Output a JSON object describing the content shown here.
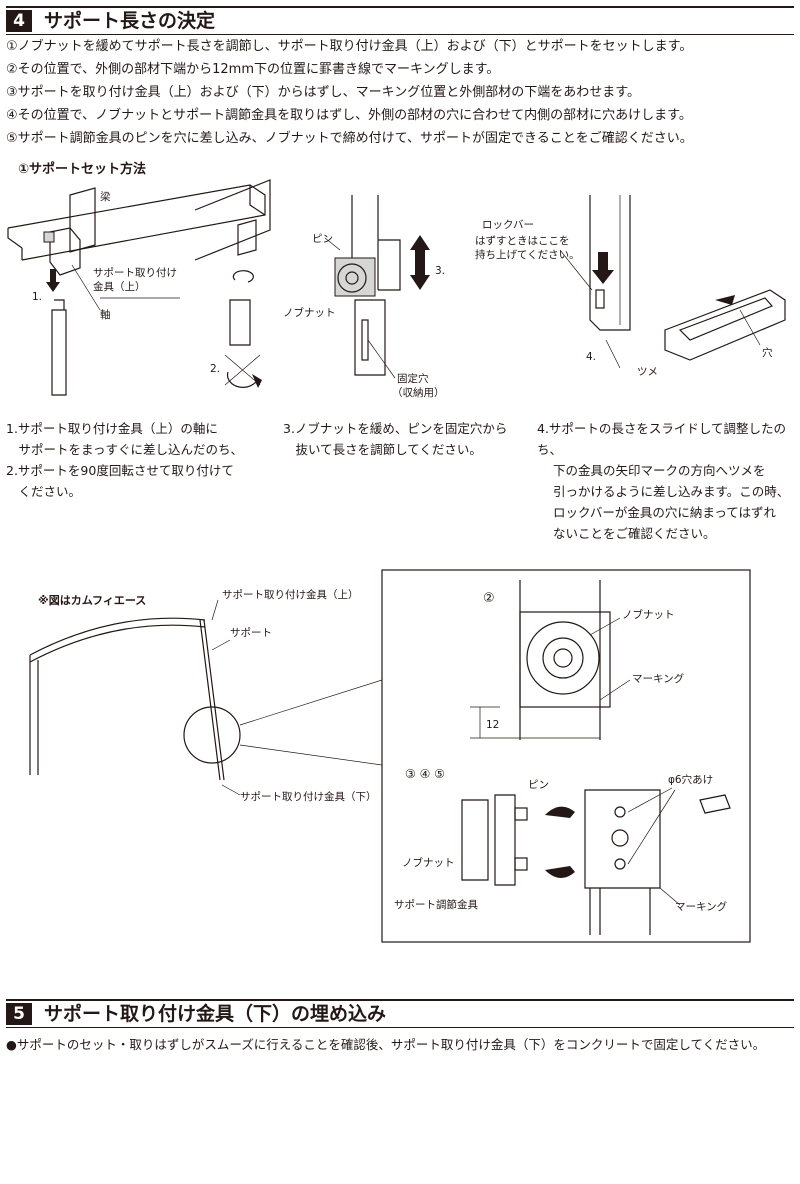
{
  "section4": {
    "number": "4",
    "title": "サポート長さの決定",
    "steps": [
      "①ノブナットを緩めてサポート長さを調節し、サポート取り付け金具（上）および（下）とサポートをセットします。",
      "②その位置で、外側の部材下端から12mm下の位置に罫書き線でマーキングします。",
      "③サポートを取り付け金具（上）および（下）からはずし、マーキング位置と外側部材の下端をあわせます。",
      "④その位置で、ノブナットとサポート調節金具を取りはずし、外側の部材の穴に合わせて内側の部材に穴あけします。",
      "⑤サポート調節金具のピンを穴に差し込み、ノブナットで締め付けて、サポートが固定できることをご確認ください。"
    ]
  },
  "set_method": {
    "title": "①サポートセット方法",
    "labels": {
      "beam": "梁",
      "bracket_upper": "サポート取り付け",
      "bracket_upper2": "金具（上）",
      "axis": "軸",
      "pin": "ピン",
      "knob_nut": "ノブナット",
      "fixing_hole": "固定穴",
      "storage": "（収納用）",
      "lock_bar": "ロックバー",
      "lock_note1": "はずすときはここを",
      "lock_note2": "持ち上げてください。",
      "hole": "穴",
      "claw": "ツメ",
      "n1": "1.",
      "n2": "2.",
      "n3": "3.",
      "n4": "4."
    },
    "captions": {
      "c1": [
        "1.サポート取り付け金具（上）の軸に",
        "　サポートをまっすぐに差し込んだのち、",
        "2.サポートを90度回転させて取り付けて",
        "　ください。"
      ],
      "c3": [
        "3.ノブナットを緩め、ピンを固定穴から",
        "　抜いて長さを調節してください。"
      ],
      "c4": [
        "4.サポートの長さをスライドして調整したのち、",
        "下の金具の矢印マークの方向へツメを",
        "引っかけるように差し込みます。この時、",
        "ロックバーが金具の穴に納まってはずれ",
        "ないことをご確認ください。"
      ]
    }
  },
  "overview": {
    "note": "※図はカムフィエース",
    "bracket_upper": "サポート取り付け金具（上）",
    "support": "サポート",
    "bracket_lower": "サポート取り付け金具（下）"
  },
  "detail": {
    "circle2": "②",
    "knob_nut": "ノブナット",
    "marking": "マーキング",
    "dim12": "12",
    "circle345": "③ ④ ⑤",
    "pin": "ピン",
    "drill": "φ6穴あけ",
    "knob_nut2": "ノブナット",
    "adjust": "サポート調節金具",
    "marking2": "マーキング"
  },
  "section5": {
    "number": "5",
    "title": "サポート取り付け金具（下）の埋め込み",
    "text": "●サポートのセット・取りはずしがスムーズに行えることを確認後、サポート取り付け金具（下）をコンクリートで固定してください。"
  }
}
